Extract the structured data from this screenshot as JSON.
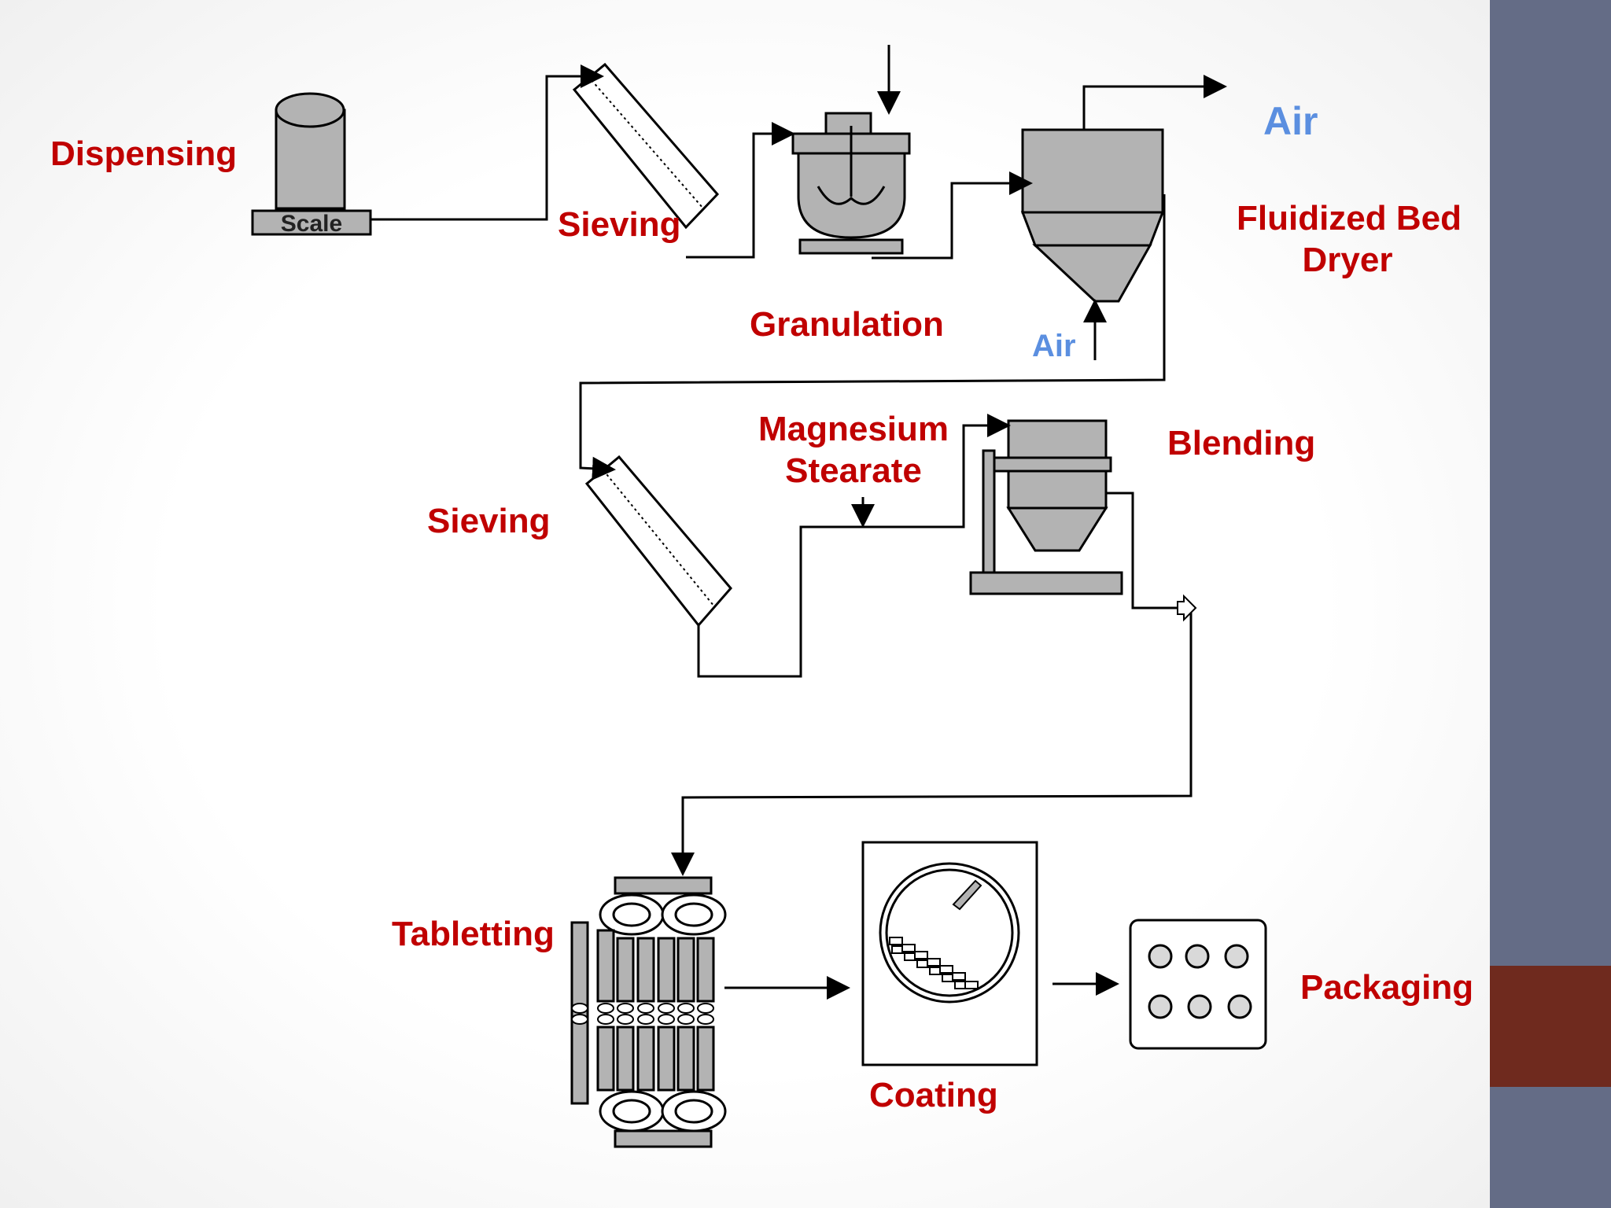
{
  "stages": {
    "dispensing": "Dispensing",
    "scale": "Scale",
    "sieving_1": "Sieving",
    "granulation": "Granulation",
    "air_top": "Air",
    "fbd_line1": "Fluidized Bed",
    "fbd_line2": "Dryer",
    "air_bottom": "Air",
    "sieving_2": "Sieving",
    "mg_line1": "Magnesium",
    "mg_line2": "Stearate",
    "blending": "Blending",
    "tabletting": "Tabletting",
    "coating": "Coating",
    "packaging": "Packaging"
  },
  "colors": {
    "label_red": "#c00000",
    "label_blue": "#5b8fe0",
    "equipment_gray": "#b3b3b3",
    "sidebar": "#646c86",
    "sidebar_accent": "#6f2a1e"
  }
}
